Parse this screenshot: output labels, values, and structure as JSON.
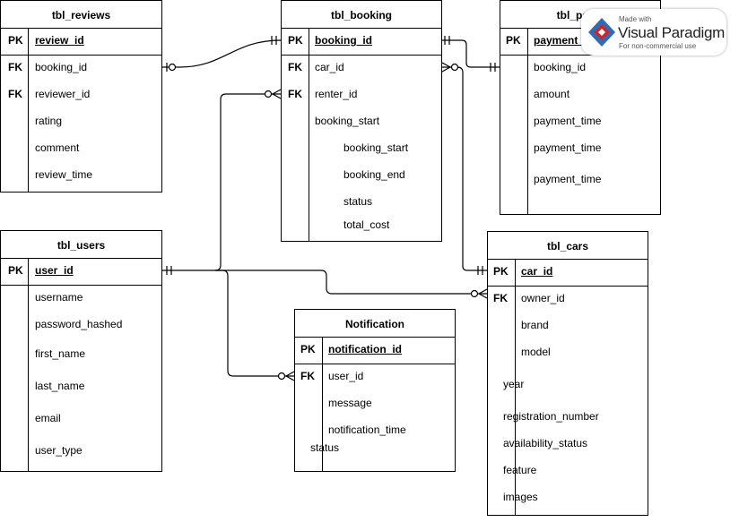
{
  "entities": {
    "reviews": {
      "title": "tbl_reviews",
      "rows": [
        {
          "key": "PK",
          "field": "review_id"
        },
        {
          "key": "FK",
          "field": "booking_id"
        },
        {
          "key": "FK",
          "field": "reviewer_id"
        },
        {
          "key": "",
          "field": "rating"
        },
        {
          "key": "",
          "field": "comment"
        },
        {
          "key": "",
          "field": "review_time"
        }
      ]
    },
    "booking": {
      "title": "tbl_booking",
      "rows": [
        {
          "key": "PK",
          "field": "booking_id"
        },
        {
          "key": "FK",
          "field": "car_id"
        },
        {
          "key": "FK",
          "field": "renter_id"
        },
        {
          "key": "",
          "field": "booking_start"
        },
        {
          "key": "",
          "field": "booking_start"
        },
        {
          "key": "",
          "field": "booking_end"
        },
        {
          "key": "",
          "field": "status"
        },
        {
          "key": "",
          "field": "total_cost"
        }
      ]
    },
    "payments": {
      "title": "tbl_paym",
      "rows": [
        {
          "key": "PK",
          "field": "payment_"
        },
        {
          "key": "",
          "field": "booking_id"
        },
        {
          "key": "",
          "field": "amount"
        },
        {
          "key": "",
          "field": "payment_time"
        },
        {
          "key": "",
          "field": "payment_time"
        },
        {
          "key": "",
          "field": "payment_time"
        }
      ]
    },
    "users": {
      "title": "tbl_users",
      "rows": [
        {
          "key": "PK",
          "field": "user_id"
        },
        {
          "key": "",
          "field": "username"
        },
        {
          "key": "",
          "field": "password_hashed"
        },
        {
          "key": "",
          "field": "first_name"
        },
        {
          "key": "",
          "field": "last_name"
        },
        {
          "key": "",
          "field": "email"
        },
        {
          "key": "",
          "field": "user_type"
        }
      ]
    },
    "notification": {
      "title": "Notification",
      "rows": [
        {
          "key": "PK",
          "field": "notification_id"
        },
        {
          "key": "FK",
          "field": "user_id"
        },
        {
          "key": "",
          "field": "message"
        },
        {
          "key": "",
          "field": "notification_time"
        },
        {
          "key": "",
          "field": "status"
        }
      ]
    },
    "cars": {
      "title": "tbl_cars",
      "rows": [
        {
          "key": "PK",
          "field": "car_id"
        },
        {
          "key": "FK",
          "field": "owner_id"
        },
        {
          "key": "",
          "field": "brand"
        },
        {
          "key": "",
          "field": "model"
        },
        {
          "key": "",
          "field": "year"
        },
        {
          "key": "",
          "field": "registration_number"
        },
        {
          "key": "",
          "field": "availability_status"
        },
        {
          "key": "",
          "field": "feature"
        },
        {
          "key": "",
          "field": "images"
        }
      ]
    }
  },
  "relationships": [
    {
      "from": "reviews.booking_id",
      "to": "booking.booking_id",
      "from_end": "zero-or-one",
      "to_end": "exactly-one"
    },
    {
      "from": "booking.booking_id",
      "to": "payments.booking_id",
      "from_end": "exactly-one",
      "to_end": "exactly-one"
    },
    {
      "from": "booking.car_id",
      "to": "cars.car_id",
      "from_end": "zero-or-many",
      "to_end": "exactly-one"
    },
    {
      "from": "users.user_id",
      "to": "booking.renter_id",
      "from_end": "exactly-one",
      "to_end": "zero-or-many"
    },
    {
      "from": "users.user_id",
      "to": "cars.owner_id",
      "from_end": "exactly-one",
      "to_end": "zero-or-many"
    },
    {
      "from": "users.user_id",
      "to": "notification.user_id",
      "from_end": "exactly-one",
      "to_end": "zero-or-many"
    }
  ],
  "watermark": {
    "line1": "Made with",
    "brand": "Visual Paradigm",
    "line2": "For non-commercial use",
    "colors": {
      "red": "#c8272e",
      "blue": "#2f6cb5",
      "gray": "#6d6e71"
    }
  }
}
